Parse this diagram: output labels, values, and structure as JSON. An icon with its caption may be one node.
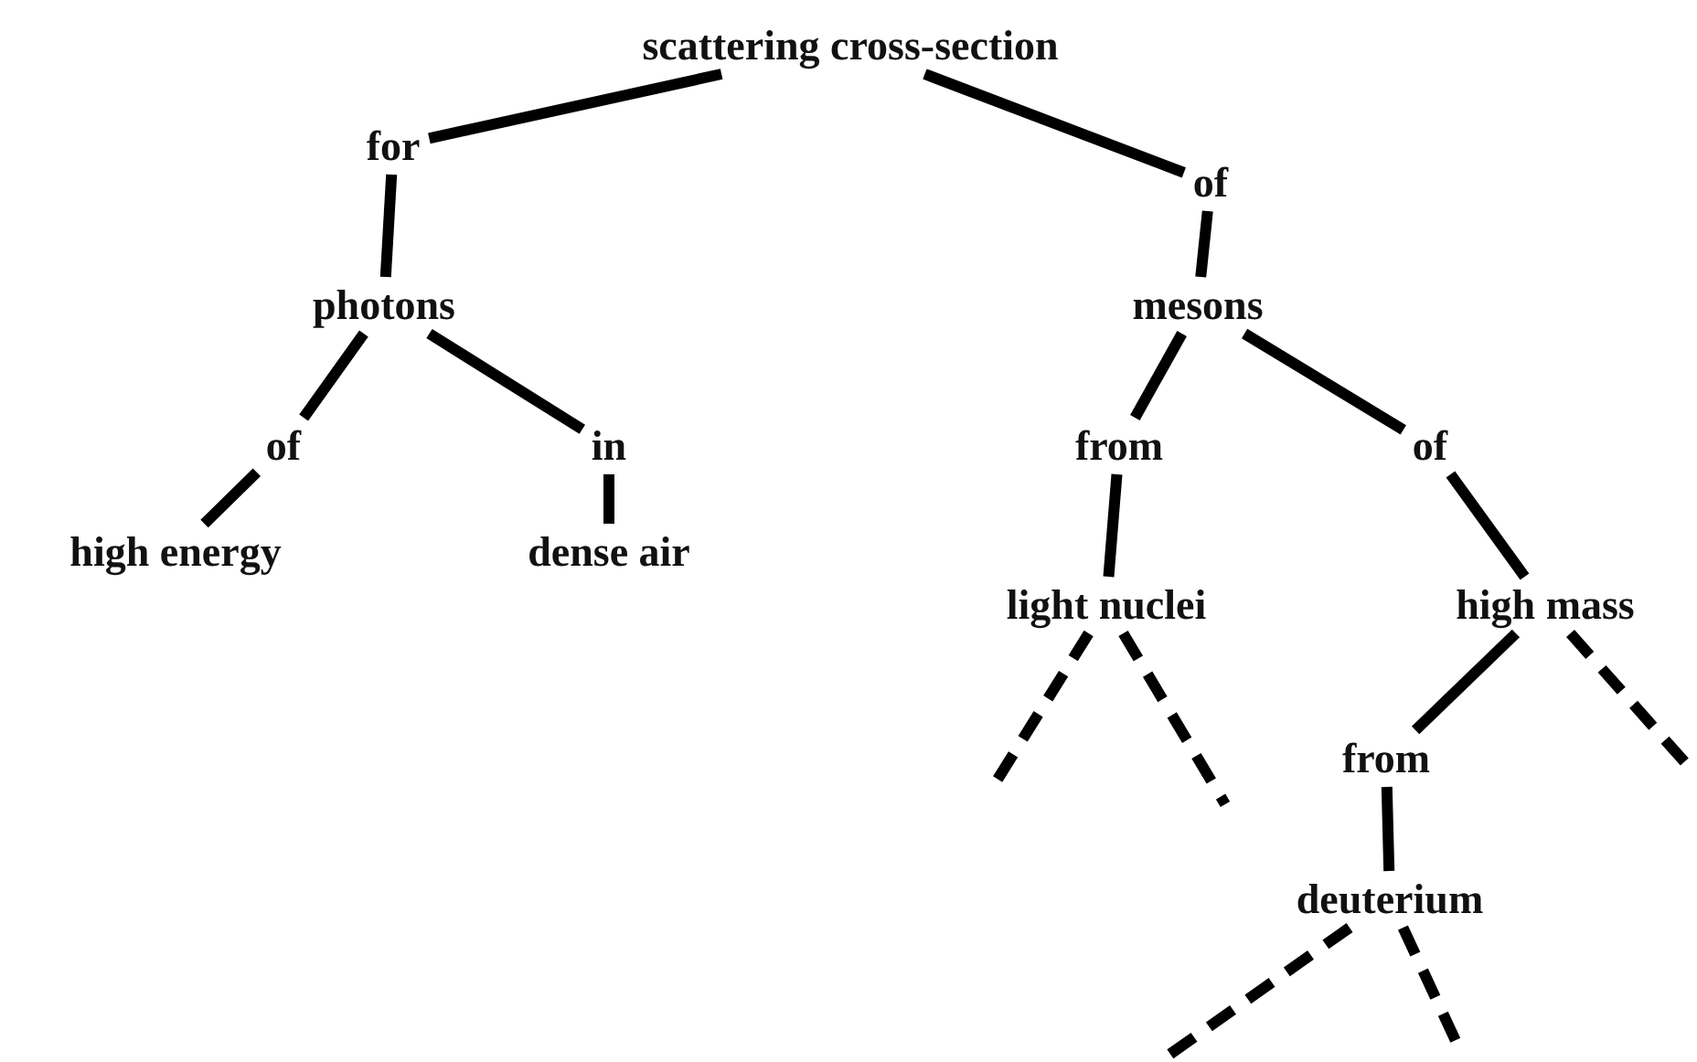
{
  "diagram": {
    "nodes": [
      {
        "text": [
          "scattering cross-section"
        ]
      },
      {
        "text": [
          "for"
        ]
      },
      {
        "text": [
          "photons"
        ]
      },
      {
        "text": [
          "of"
        ]
      },
      {
        "text": [
          "in"
        ]
      },
      {
        "text": [
          "high energy"
        ]
      },
      {
        "text": [
          "dense air"
        ]
      },
      {
        "text": [
          "of"
        ]
      },
      {
        "text": [
          "mesons"
        ]
      },
      {
        "text": [
          "from"
        ]
      },
      {
        "text": [
          "of"
        ]
      },
      {
        "text": [
          "light nuclei"
        ]
      },
      {
        "text": [
          "high mass"
        ]
      },
      {
        "text": [
          "from"
        ]
      },
      {
        "text": [
          "deuterium"
        ]
      }
    ],
    "edges": [
      {
        "from": 0,
        "to": 1,
        "arrow": "none"
      },
      {
        "from": 1,
        "to": 2,
        "arrow": "none"
      },
      {
        "from": 2,
        "to": 3,
        "arrow": "none"
      },
      {
        "from": 3,
        "to": 5,
        "arrow": "none"
      },
      {
        "from": 2,
        "to": 4,
        "arrow": "none"
      },
      {
        "from": 4,
        "to": 6,
        "arrow": "none"
      },
      {
        "from": 0,
        "to": 7,
        "arrow": "none"
      },
      {
        "from": 7,
        "to": 8,
        "arrow": "none"
      },
      {
        "from": 8,
        "to": 9,
        "arrow": "none"
      },
      {
        "from": 9,
        "to": 11,
        "arrow": "none"
      },
      {
        "from": 8,
        "to": 10,
        "arrow": "none"
      },
      {
        "from": 10,
        "to": 12,
        "arrow": "none"
      },
      {
        "from": 12,
        "to": 13,
        "arrow": "none"
      },
      {
        "from": 13,
        "to": 14,
        "arrow": "none"
      },
      {
        "from": 11,
        "to": null,
        "arrow": "none",
        "style": "dashed"
      },
      {
        "from": 11,
        "to": null,
        "arrow": "none",
        "style": "dashed"
      },
      {
        "from": 12,
        "to": null,
        "arrow": "none",
        "style": "dashed"
      },
      {
        "from": 14,
        "to": null,
        "arrow": "none",
        "style": "dashed"
      },
      {
        "from": 14,
        "to": null,
        "arrow": "none",
        "style": "dashed"
      }
    ]
  }
}
